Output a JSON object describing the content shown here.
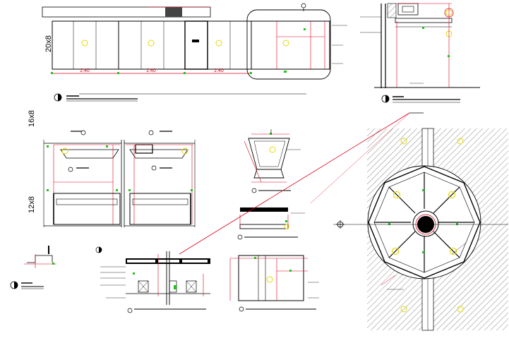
{
  "dimension_labels": {
    "bay_1": "2.40",
    "bay_2": "2.40",
    "bay_3": "2.40"
  },
  "side_labels": {
    "top_left": "20x8",
    "mid_left": "16x8",
    "lower_left": "12x8"
  },
  "colors": {
    "line": "#000000",
    "dimension": "#d9001b",
    "marker": "#22c21a",
    "light_fixture": "#e6d800",
    "hatch": "#555555"
  },
  "icons": {
    "north_marker": "circle-crosshair-icon",
    "view_tag": "circle-half-filled-icon",
    "light": "circle-cross-yellow-icon"
  }
}
